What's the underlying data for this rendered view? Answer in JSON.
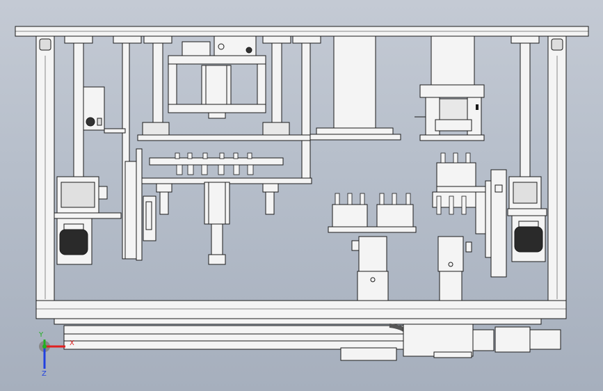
{
  "viewport": {
    "background_top": "#c4cad4",
    "background_bottom": "#a6afbd"
  },
  "triad": {
    "x_label": "X",
    "y_label": "Y",
    "z_label": "Z",
    "x_color": "#e02020",
    "y_color": "#20b020",
    "z_color": "#2040e0"
  },
  "colors": {
    "part_fill": "#f4f4f4",
    "part_stroke": "#1a1a1a",
    "shadow": "#7a7a7a",
    "dark": "#555555"
  }
}
